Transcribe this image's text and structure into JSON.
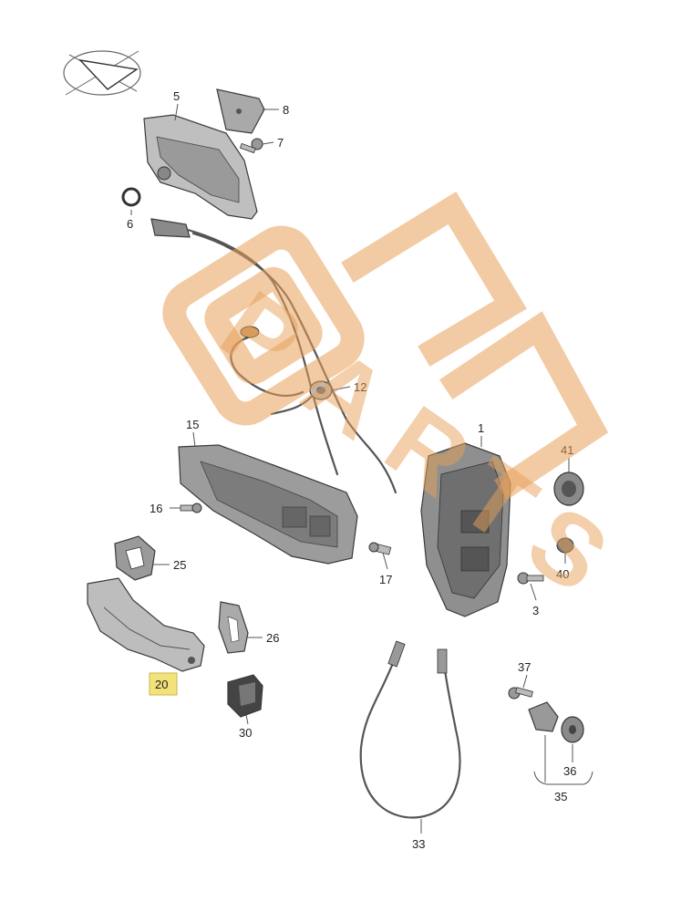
{
  "callouts": [
    {
      "id": "c1",
      "label": "1"
    },
    {
      "id": "c3",
      "label": "3"
    },
    {
      "id": "c5",
      "label": "5"
    },
    {
      "id": "c6",
      "label": "6"
    },
    {
      "id": "c7",
      "label": "7"
    },
    {
      "id": "c8",
      "label": "8"
    },
    {
      "id": "c12",
      "label": "12"
    },
    {
      "id": "c15",
      "label": "15"
    },
    {
      "id": "c16",
      "label": "16"
    },
    {
      "id": "c17",
      "label": "17"
    },
    {
      "id": "c20",
      "label": "20",
      "highlighted": true
    },
    {
      "id": "c25",
      "label": "25"
    },
    {
      "id": "c26",
      "label": "26"
    },
    {
      "id": "c30",
      "label": "30"
    },
    {
      "id": "c33",
      "label": "33"
    },
    {
      "id": "c35",
      "label": "35"
    },
    {
      "id": "c36",
      "label": "36"
    },
    {
      "id": "c37",
      "label": "37"
    },
    {
      "id": "c40",
      "label": "40"
    },
    {
      "id": "c41",
      "label": "41"
    }
  ],
  "highlight_color": "#f3e27a",
  "watermark": {
    "text": "EPC PARTS",
    "color": "#e8a15a"
  }
}
